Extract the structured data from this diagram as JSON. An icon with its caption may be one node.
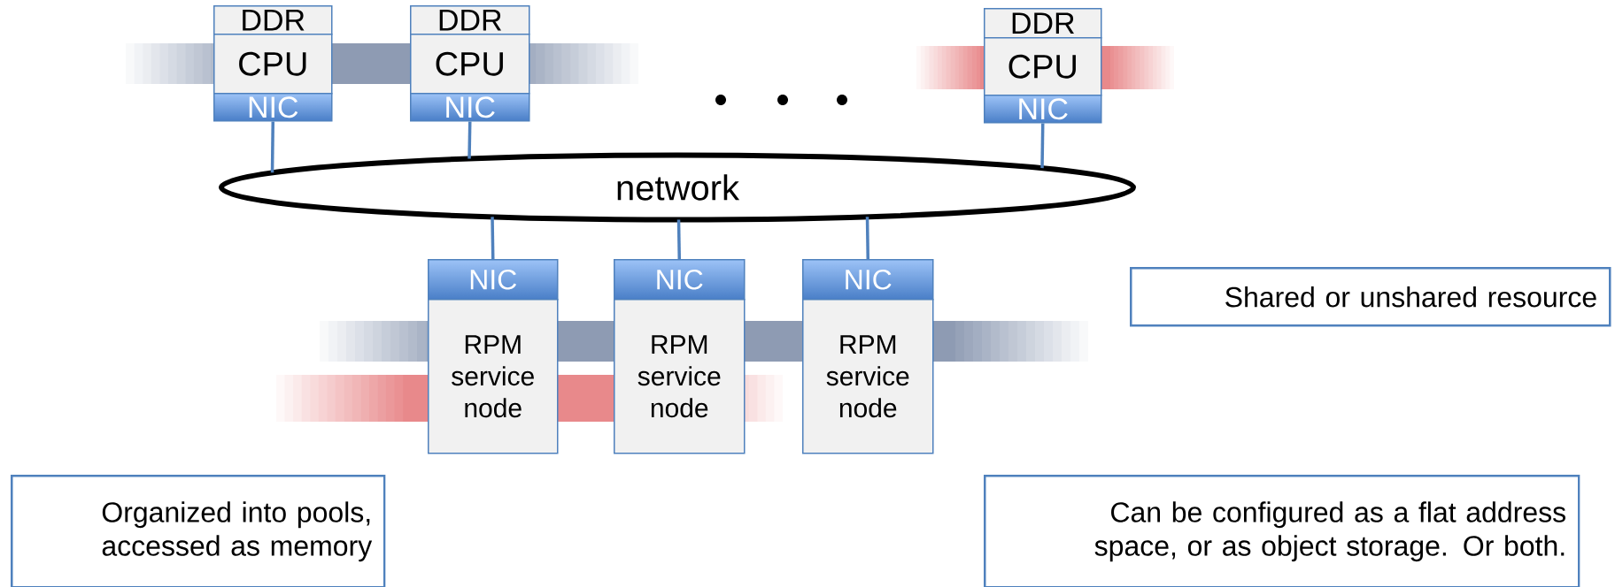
{
  "diagram": {
    "nodes": [
      {
        "text": [
          "DDR"
        ]
      },
      {
        "text": [
          "CPU"
        ]
      },
      {
        "text": [
          "NIC"
        ]
      },
      {
        "text": [
          "DDR"
        ]
      },
      {
        "text": [
          "CPU"
        ]
      },
      {
        "text": [
          "NIC"
        ]
      },
      {
        "text": [
          "DDR"
        ]
      },
      {
        "text": [
          "CPU"
        ]
      },
      {
        "text": [
          "NIC"
        ]
      },
      {
        "text": [
          "network"
        ]
      },
      {
        "text": [
          "NIC"
        ]
      },
      {
        "text": [
          "RPM service node"
        ]
      },
      {
        "text": [
          "NIC"
        ]
      },
      {
        "text": [
          "RPM service node"
        ]
      },
      {
        "text": [
          "NIC"
        ]
      },
      {
        "text": [
          "RPM service node"
        ]
      },
      {
        "text": [
          "Shared or unshared resource"
        ]
      },
      {
        "text": [
          "Organized into pools, accessed as memory"
        ]
      },
      {
        "text": [
          "Can be configured as a flat address space, or as object storage. Or both."
        ]
      }
    ],
    "edges": [
      {
        "from": 2,
        "to": 9,
        "arrow": "none"
      },
      {
        "from": 5,
        "to": 9,
        "arrow": "none"
      },
      {
        "from": 8,
        "to": 9,
        "arrow": "none"
      },
      {
        "from": 9,
        "to": 10,
        "arrow": "none"
      },
      {
        "from": 9,
        "to": 12,
        "arrow": "none"
      },
      {
        "from": 9,
        "to": 14,
        "arrow": "none"
      }
    ]
  }
}
